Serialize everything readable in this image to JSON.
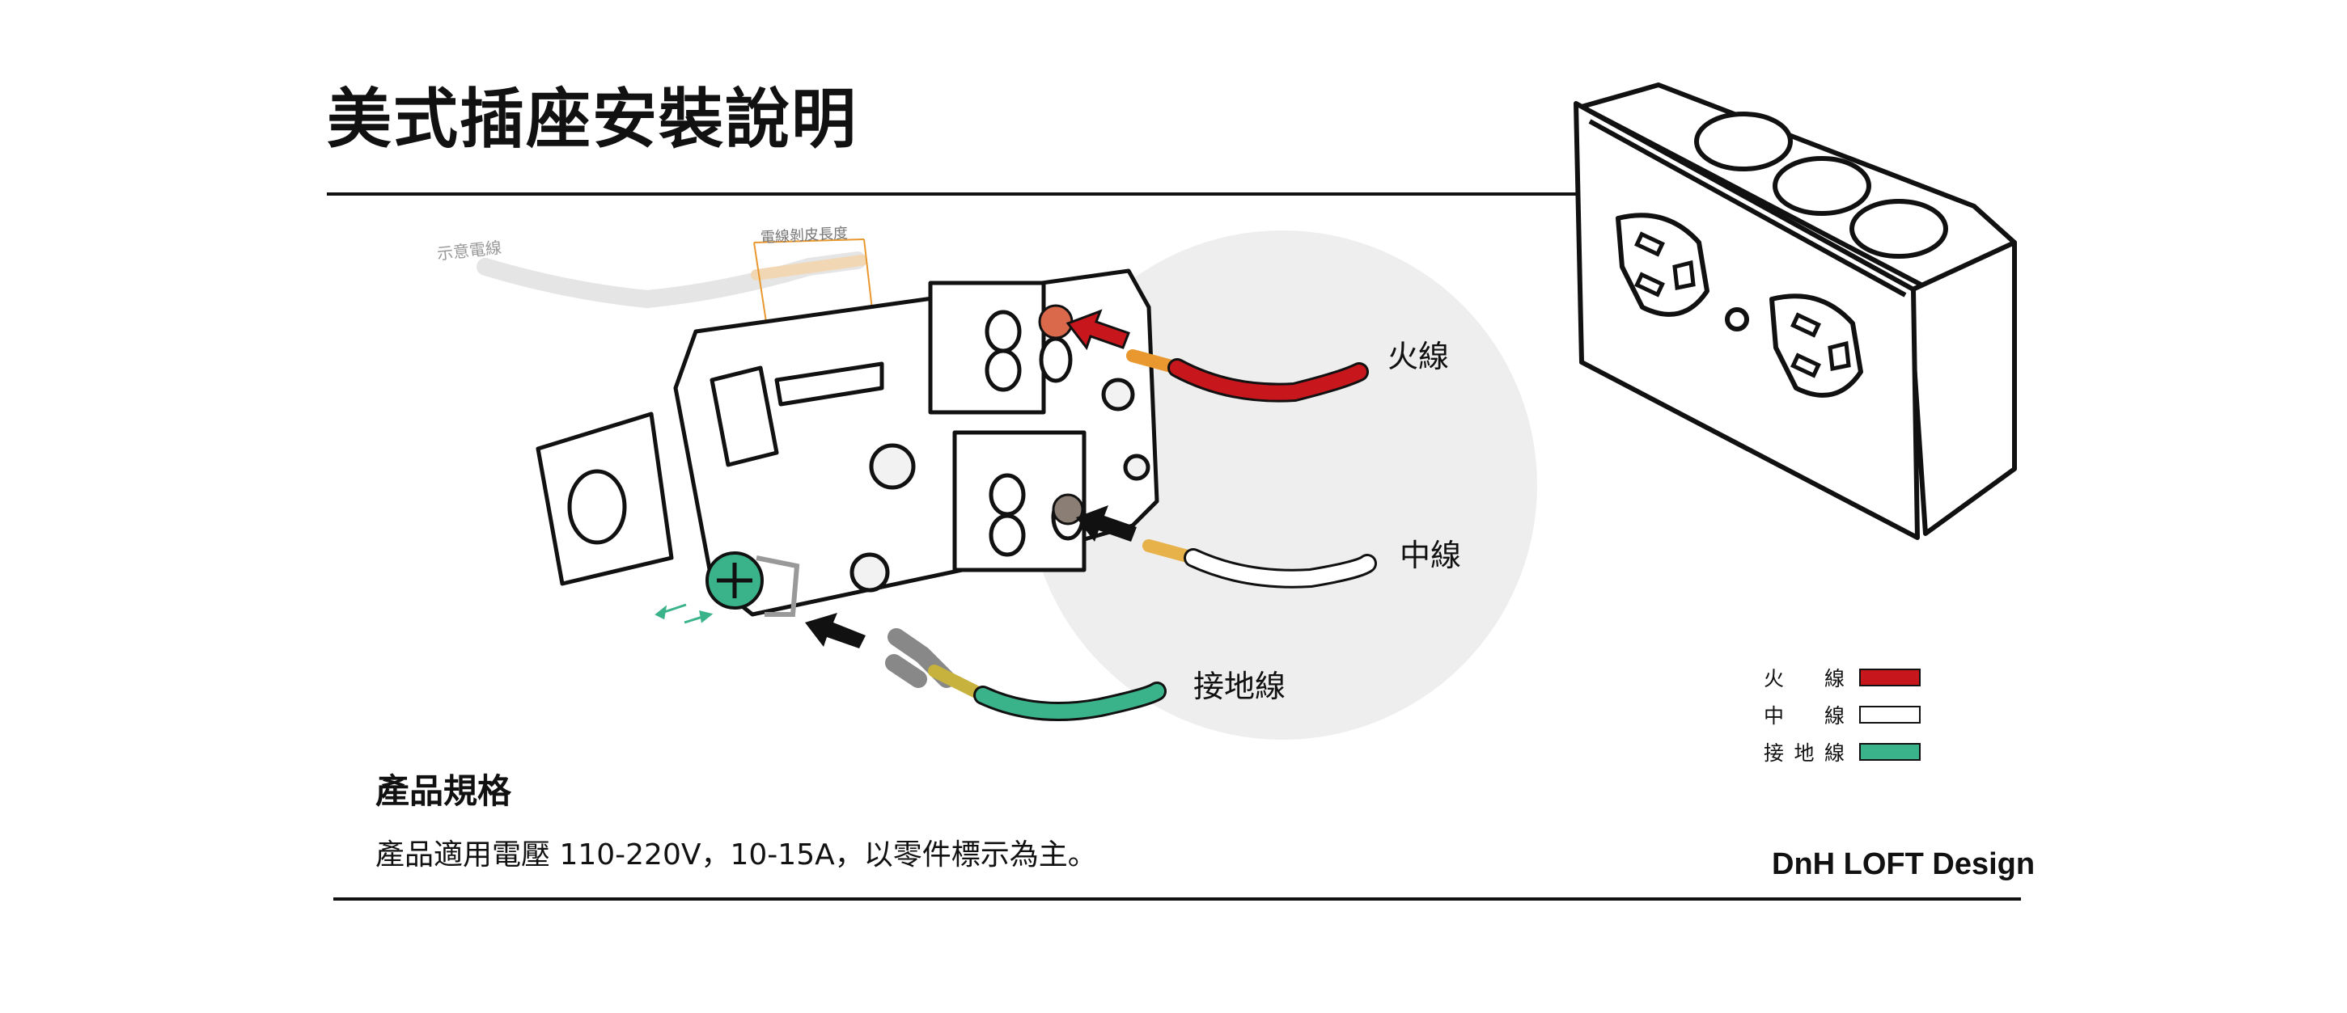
{
  "title": "美式插座安裝說明",
  "illustration": {
    "sample_wire_label": "示意電線",
    "strip_length_label": "電線剝皮長度"
  },
  "wire_labels": {
    "hot": "火線",
    "neutral": "中線",
    "ground": "接地線"
  },
  "legend": [
    {
      "label": "火 線",
      "color": "#c8161d"
    },
    {
      "label": "中 線",
      "color": "#ffffff"
    },
    {
      "label": "接地線",
      "color": "#3bb38a"
    }
  ],
  "colors": {
    "hot": "#c8161d",
    "neutral": "#ffffff",
    "ground": "#3bb38a",
    "copper": "#e8982e",
    "background_circle": "#eeeeee"
  },
  "spec": {
    "heading": "產品規格",
    "body": "產品適用電壓 110-220V，10-15A，以零件標示為主。"
  },
  "brand": "DnH LOFT Design"
}
